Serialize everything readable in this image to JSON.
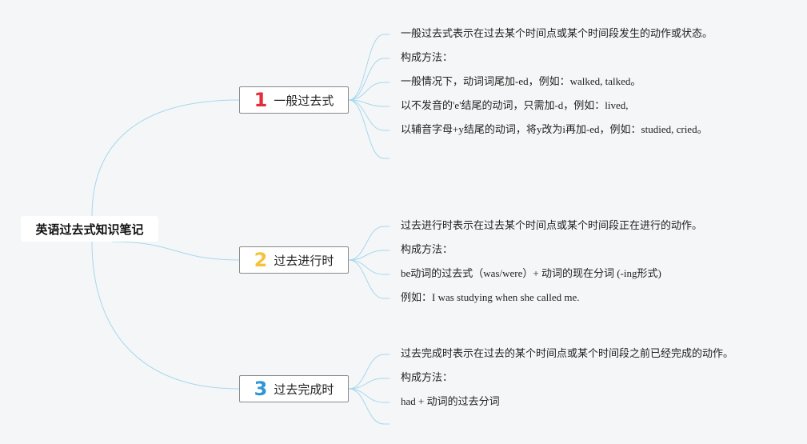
{
  "root": {
    "label": "英语过去式知识笔记"
  },
  "colors": {
    "line": "#a6d8ee",
    "num1": "#e52c3a",
    "num2": "#f5c23c",
    "num3": "#2f96d6"
  },
  "branches": [
    {
      "number": "1",
      "label": "一般过去式",
      "leaves": [
        "一般过去式表示在过去某个时间点或某个时间段发生的动作或状态。",
        "构成方法：",
        "一般情况下，动词词尾加-ed，例如：walked, talked。",
        "以不发音的'e'结尾的动词，只需加-d，例如：lived,",
        "以辅音字母+y结尾的动词，将y改为i再加-ed，例如：studied, cried。",
        ""
      ]
    },
    {
      "number": "2",
      "label": "过去进行时",
      "leaves": [
        "过去进行时表示在过去某个时间点或某个时间段正在进行的动作。",
        "构成方法：",
        "be动词的过去式（was/were）+ 动词的现在分词 (-ing形式)",
        "例如：I was studying when she called me."
      ]
    },
    {
      "number": "3",
      "label": "过去完成时",
      "leaves": [
        "过去完成时表示在过去的某个时间点或某个时间段之前已经完成的动作。",
        "构成方法：",
        "had + 动词的过去分词",
        ""
      ]
    }
  ]
}
